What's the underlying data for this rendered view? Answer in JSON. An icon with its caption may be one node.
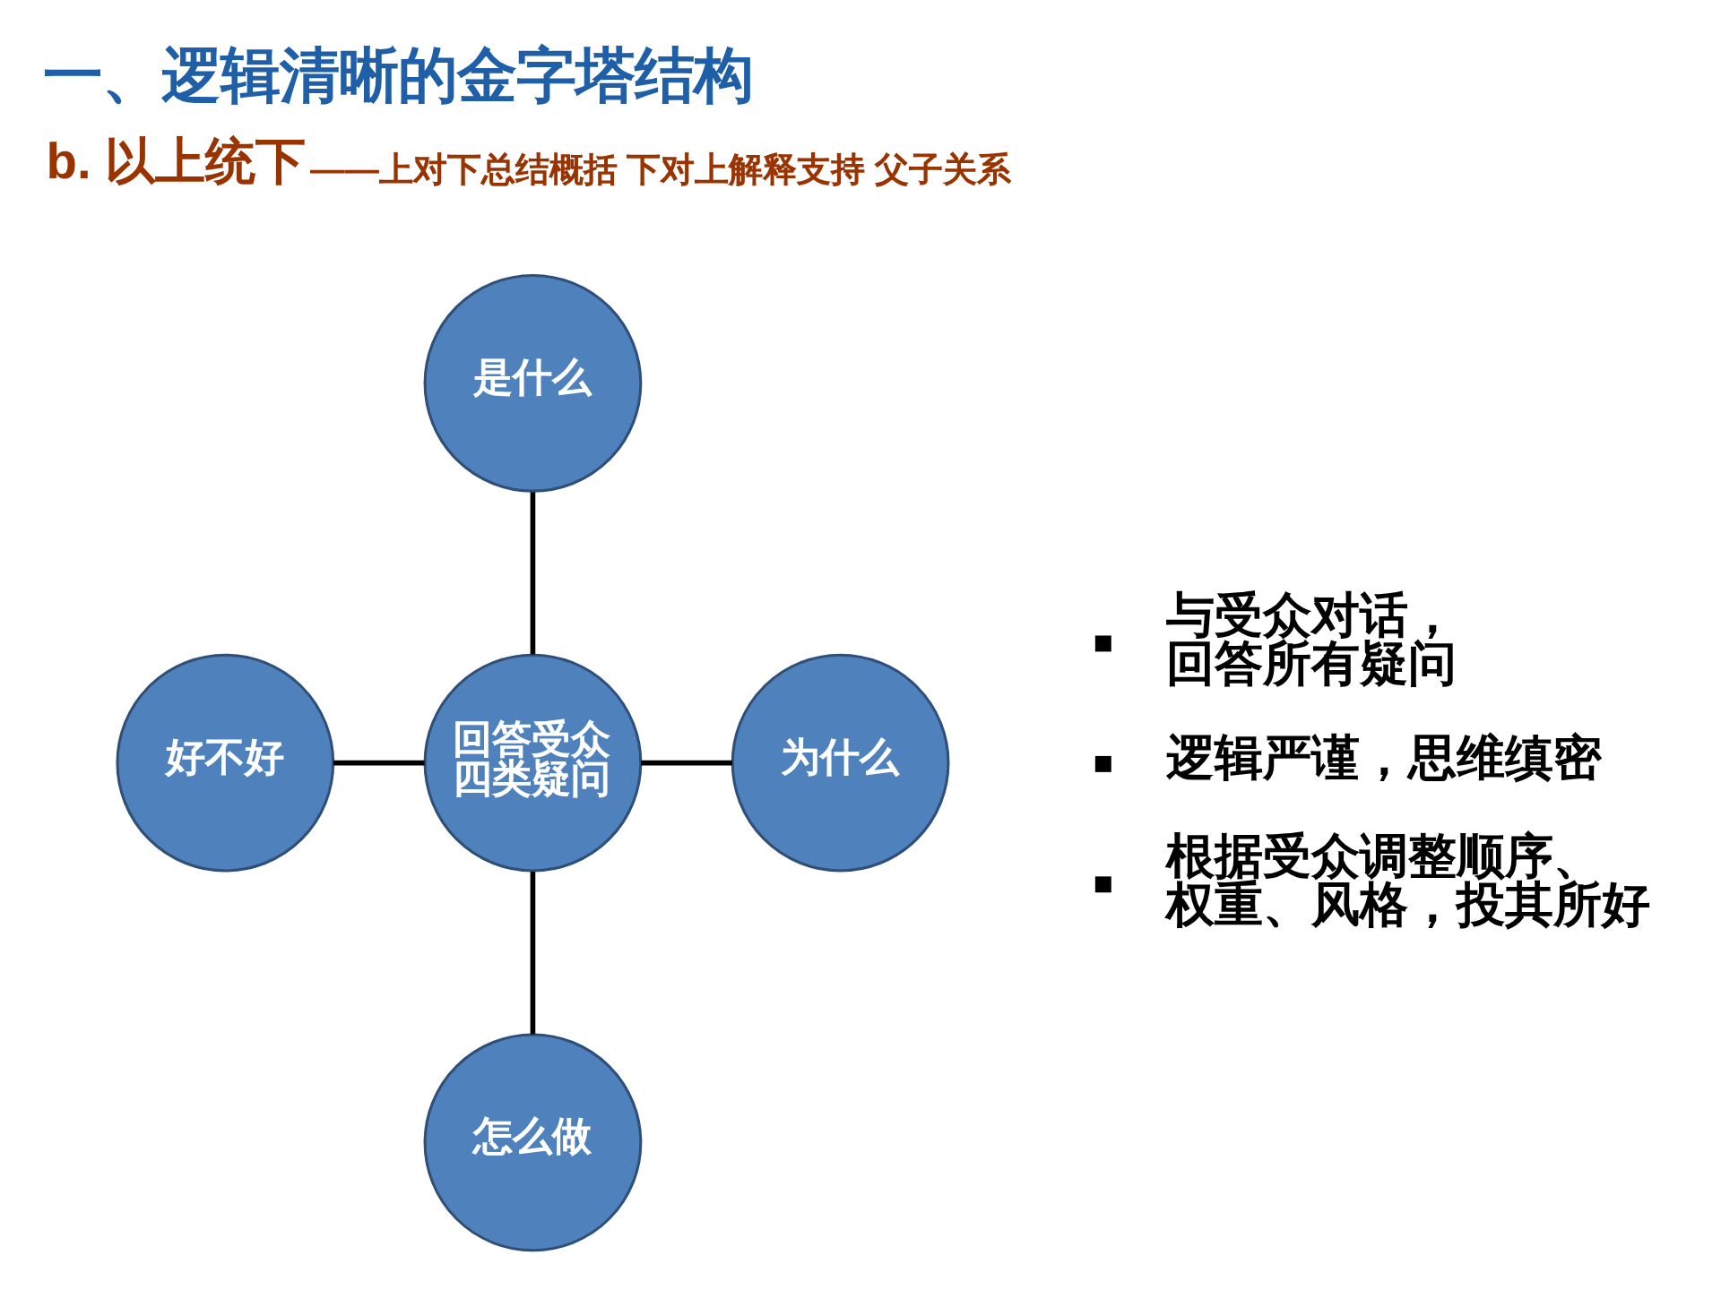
{
  "diagram": {
    "title": "一、逻辑清晰的金字塔结构",
    "nodes": [
      {
        "text": [
          "是什么"
        ]
      },
      {
        "text": [
          "好不好"
        ]
      },
      {
        "text": [
          "回答受众四类疑问"
        ]
      },
      {
        "text": [
          "为什么"
        ]
      },
      {
        "text": [
          "怎么做"
        ]
      }
    ],
    "edges": [
      {
        "from": 0,
        "to": 2,
        "arrow": "none"
      },
      {
        "from": 1,
        "to": 2,
        "arrow": "none"
      },
      {
        "from": 2,
        "to": 3,
        "arrow": "none"
      },
      {
        "from": 2,
        "to": 4,
        "arrow": "none"
      }
    ],
    "labels": [
      "b. 以上统下",
      "——上对下总结概括 下对上解释支持 父子关系",
      "与受众对话，回答所有疑问",
      "逻辑严谨，思维缜密",
      "根据受众调整顺序、权重、风格，投其所好"
    ]
  }
}
